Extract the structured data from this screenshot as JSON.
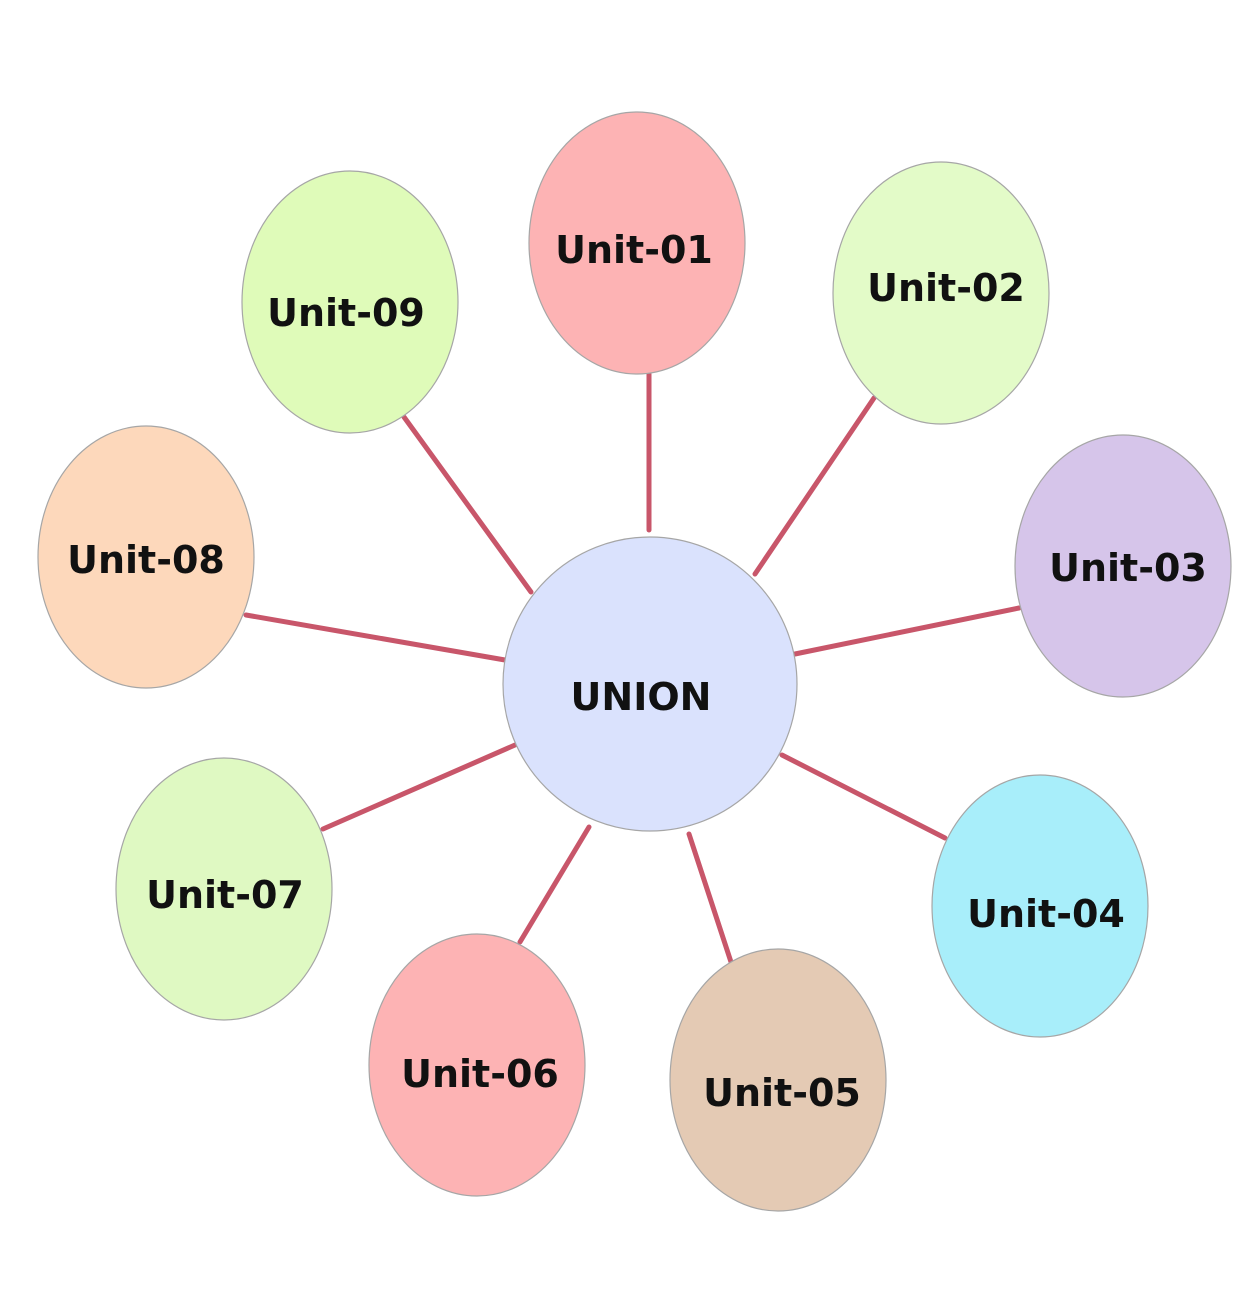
{
  "center": {
    "label": "UNION",
    "color": "#dae2fd"
  },
  "edge_color": "#c8566a",
  "units": [
    {
      "label": "Unit-01",
      "color": "#fdb3b4"
    },
    {
      "label": "Unit-02",
      "color": "#e3fbc8"
    },
    {
      "label": "Unit-03",
      "color": "#d6c5ea"
    },
    {
      "label": "Unit-04",
      "color": "#a8eefa"
    },
    {
      "label": "Unit-05",
      "color": "#e4cab4"
    },
    {
      "label": "Unit-06",
      "color": "#fdb3b4"
    },
    {
      "label": "Unit-07",
      "color": "#dff9c2"
    },
    {
      "label": "Unit-08",
      "color": "#fdd8bb"
    },
    {
      "label": "Unit-09",
      "color": "#dffbb9"
    }
  ]
}
